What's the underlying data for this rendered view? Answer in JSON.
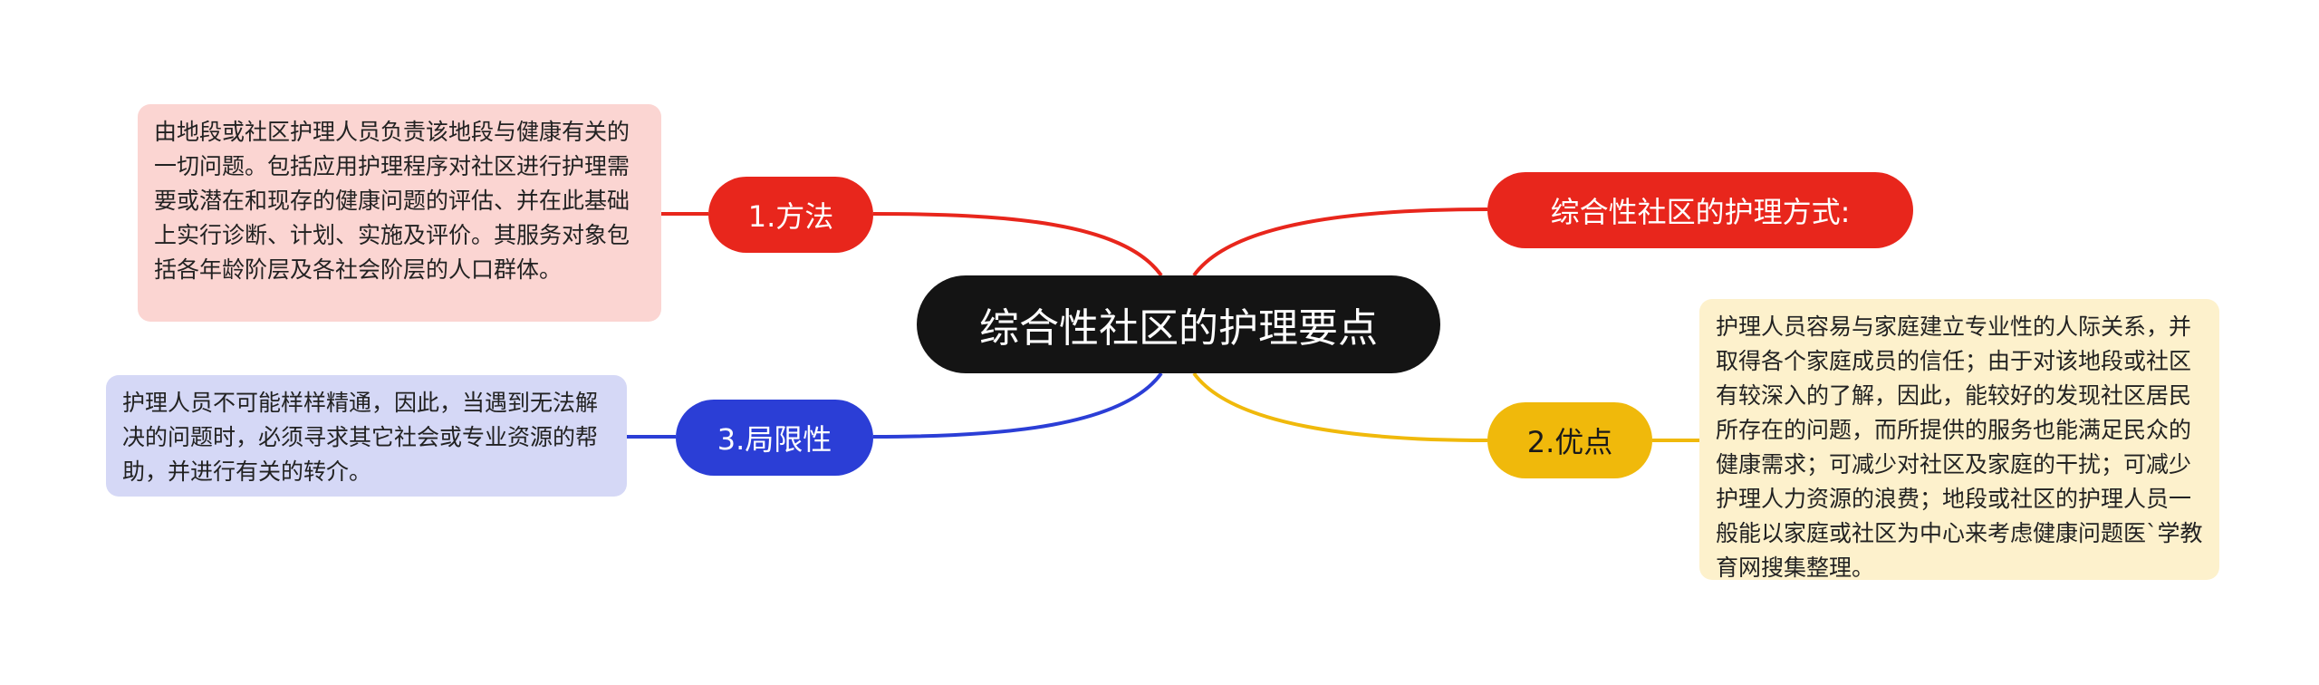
{
  "mindmap": {
    "central_topic": "综合性社区的护理要点",
    "branches": [
      {
        "label": "1.方法",
        "color": "#e8261c",
        "detail": "由地段或社区护理人员负责该地段与健康有关的一切问题。包括应用护理程序对社区进行护理需要或潜在和现存的健康问题的评估、并在此基础上实行诊断、计划、实施及评价。其服务对象包括各年龄阶层及各社会阶层的人口群体。"
      },
      {
        "label": "3.局限性",
        "color": "#2b3ed6",
        "detail": "护理人员不可能样样精通，因此，当遇到无法解决的问题时，必须寻求其它社会或专业资源的帮助，并进行有关的转介。"
      },
      {
        "label": "综合性社区的护理方式:",
        "color": "#e8261c"
      },
      {
        "label": "2.优点",
        "color": "#f0b90b",
        "detail": "护理人员容易与家庭建立专业性的人际关系，并取得各个家庭成员的信任；由于对该地段或社区有较深入的了解，因此，能较好的发现社区居民所存在的问题，而所提供的服务也能满足民众的健康需求；可减少对社区及家庭的干扰；可减少护理人力资源的浪费；地段或社区的护理人员一般能以家庭或社区为中心来考虑健康问题医`学教育网搜集整理。"
      }
    ]
  }
}
